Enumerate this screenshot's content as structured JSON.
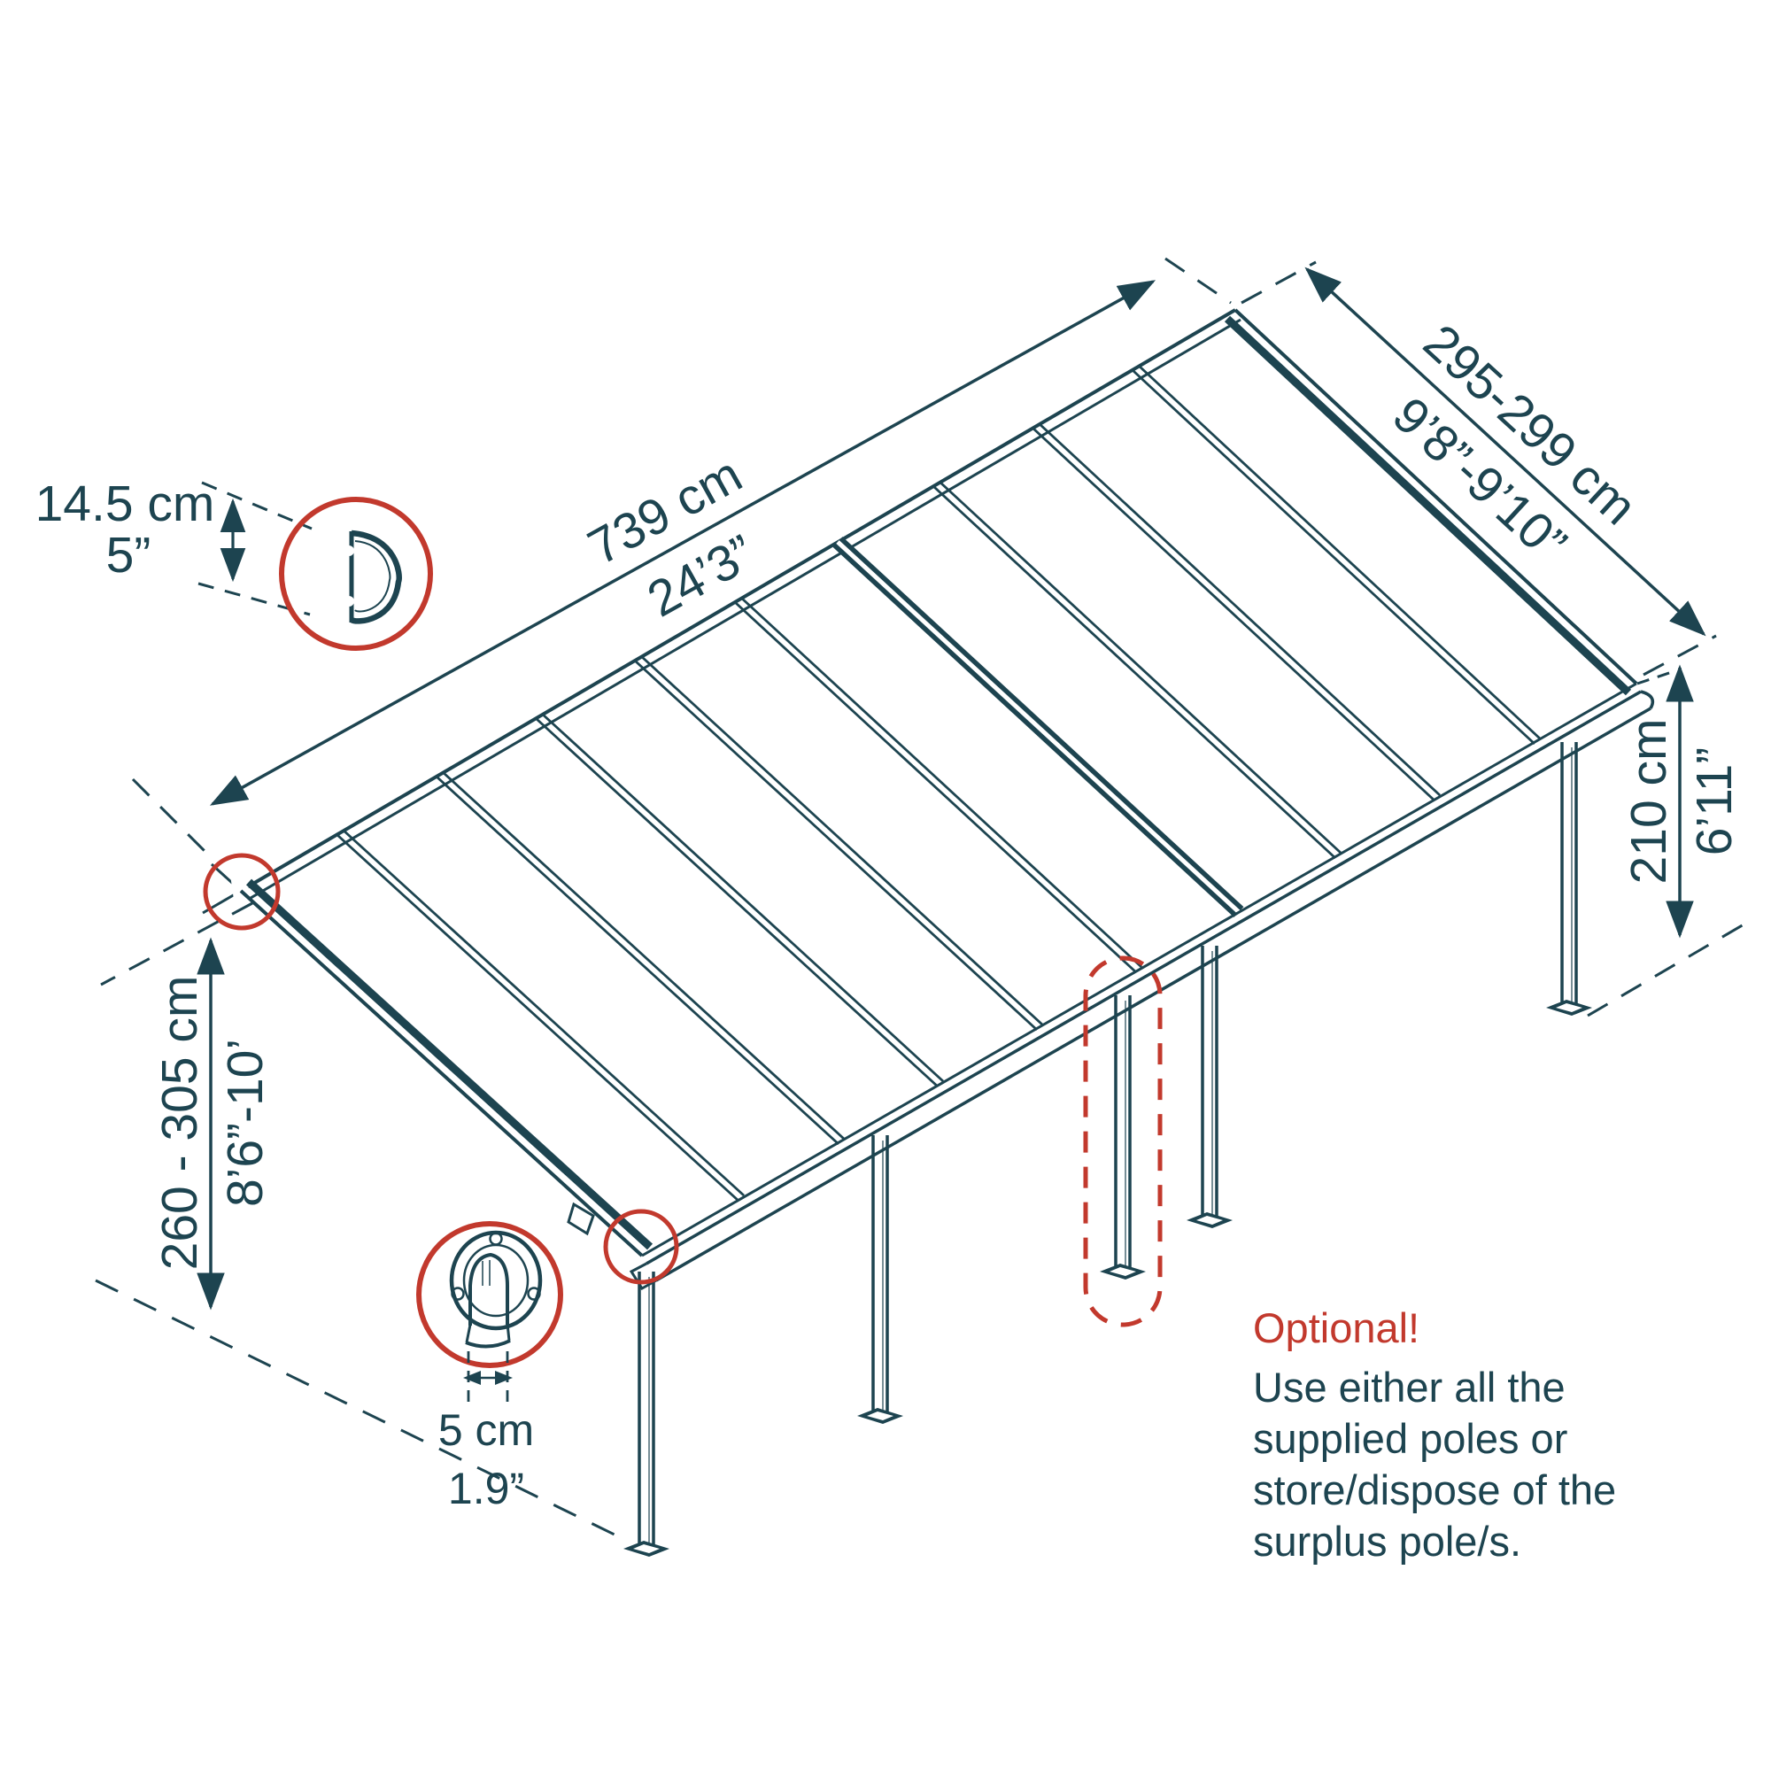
{
  "diagram": {
    "colors": {
      "line": "#1d4450",
      "accent": "#c2392d",
      "background": "#ffffff"
    },
    "dimensions": {
      "profile_height": {
        "metric": "14.5 cm",
        "imperial": "5”"
      },
      "length": {
        "metric": "739 cm",
        "imperial": "24’3”"
      },
      "depth": {
        "metric": "295-299 cm",
        "imperial": "9’8”-9’10”"
      },
      "post_height": {
        "metric": "210 cm",
        "imperial": "6’11”"
      },
      "attachment_height": {
        "metric": "260 - 305 cm",
        "imperial": "8’6”-10’"
      },
      "pole_width": {
        "metric": "5 cm",
        "imperial": "1.9”"
      }
    },
    "note": {
      "title": "Optional!",
      "lines": [
        "Use either all the",
        "supplied poles or",
        "store/dispose of the",
        "surplus pole/s."
      ]
    }
  }
}
